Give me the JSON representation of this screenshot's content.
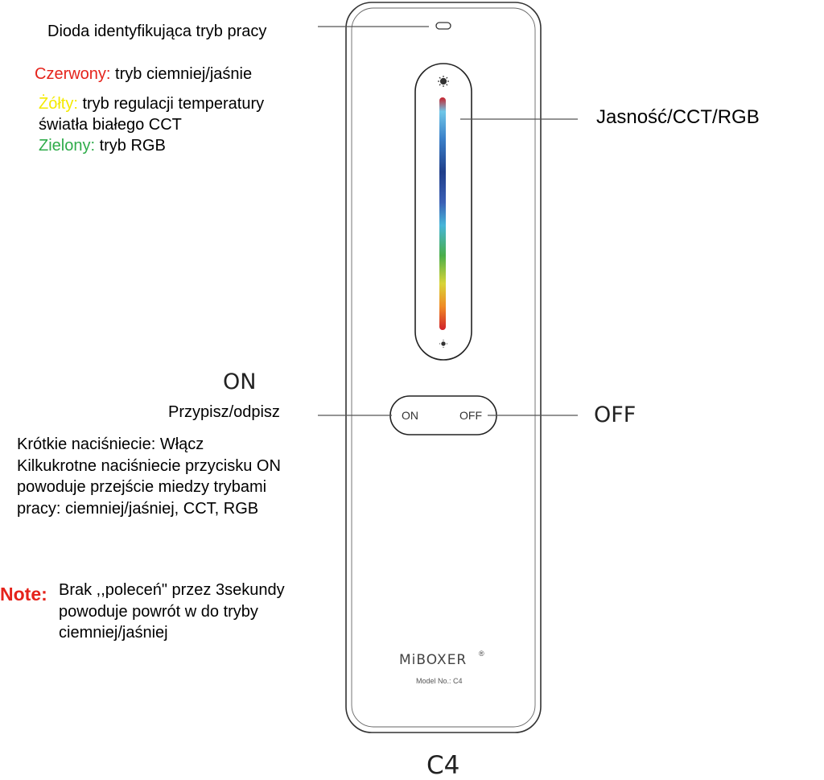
{
  "led_label": "Dioda identyfikująca tryb pracy",
  "modes": {
    "red_name": "Czerwony:",
    "red_desc": " tryb ciemniej/jaśnie",
    "yellow_name": "Żółty:",
    "yellow_desc": " tryb regulacji temperatury",
    "yellow_desc2": "światła białego CCT",
    "green_name": "Zielony:",
    "green_desc": " tryb RGB"
  },
  "slider_label": "Jasność/CCT/RGB",
  "on_label": "ON",
  "assign_label": "Przypisz/odpisz",
  "off_label": "OFF",
  "description": [
    "Krótkie naciśniecie: Włącz",
    "Kilkukrotne naciśniecie przycisku ON",
    "powoduje przejście miedzy trybami",
    "pracy: ciemniej/jaśniej, CCT, RGB"
  ],
  "note": {
    "head": "Note:",
    "lines": [
      "Brak ,,poleceń\" przez 3sekundy",
      "powoduje powrót w do tryby",
      "ciemniej/jaśniej"
    ]
  },
  "remote": {
    "button_on": "ON",
    "button_off": "OFF",
    "brand": "MiBOXER",
    "registered": "®",
    "model_no": "Model No.: C4"
  },
  "model_title": "C4",
  "colors": {
    "red": "#e5231b",
    "yellow": "#f4ea00",
    "green": "#2fac4a"
  }
}
